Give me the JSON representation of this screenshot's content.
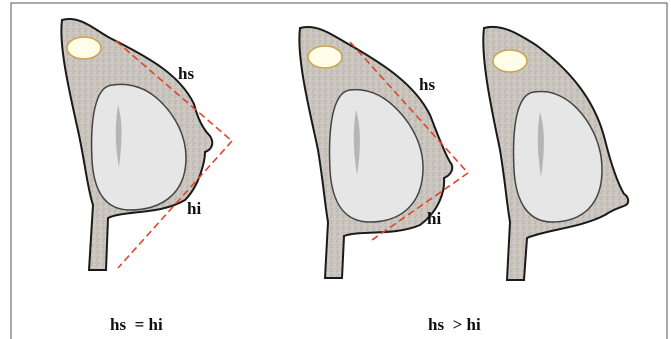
{
  "panels": [
    {
      "upper_label": "hs",
      "lower_label": "hi"
    },
    {
      "upper_label": "hs",
      "lower_label": "hi"
    },
    {
      "upper_label": "",
      "lower_label": ""
    }
  ],
  "captions": {
    "left": "hs  = hi",
    "right": "hs  > hi"
  },
  "colors": {
    "frame": "#555555",
    "tissue_fill": "#c9c4bd",
    "tissue_outline": "#1a1a1a",
    "implant_fill": "#e6e6e6",
    "implant_outline": "#444444",
    "implant_streak": "#b5b5b5",
    "clavicle_fill": "#fffde8",
    "clavicle_outline": "#c9a44a",
    "dashed_line": "#e0452b",
    "text": "#111111"
  }
}
